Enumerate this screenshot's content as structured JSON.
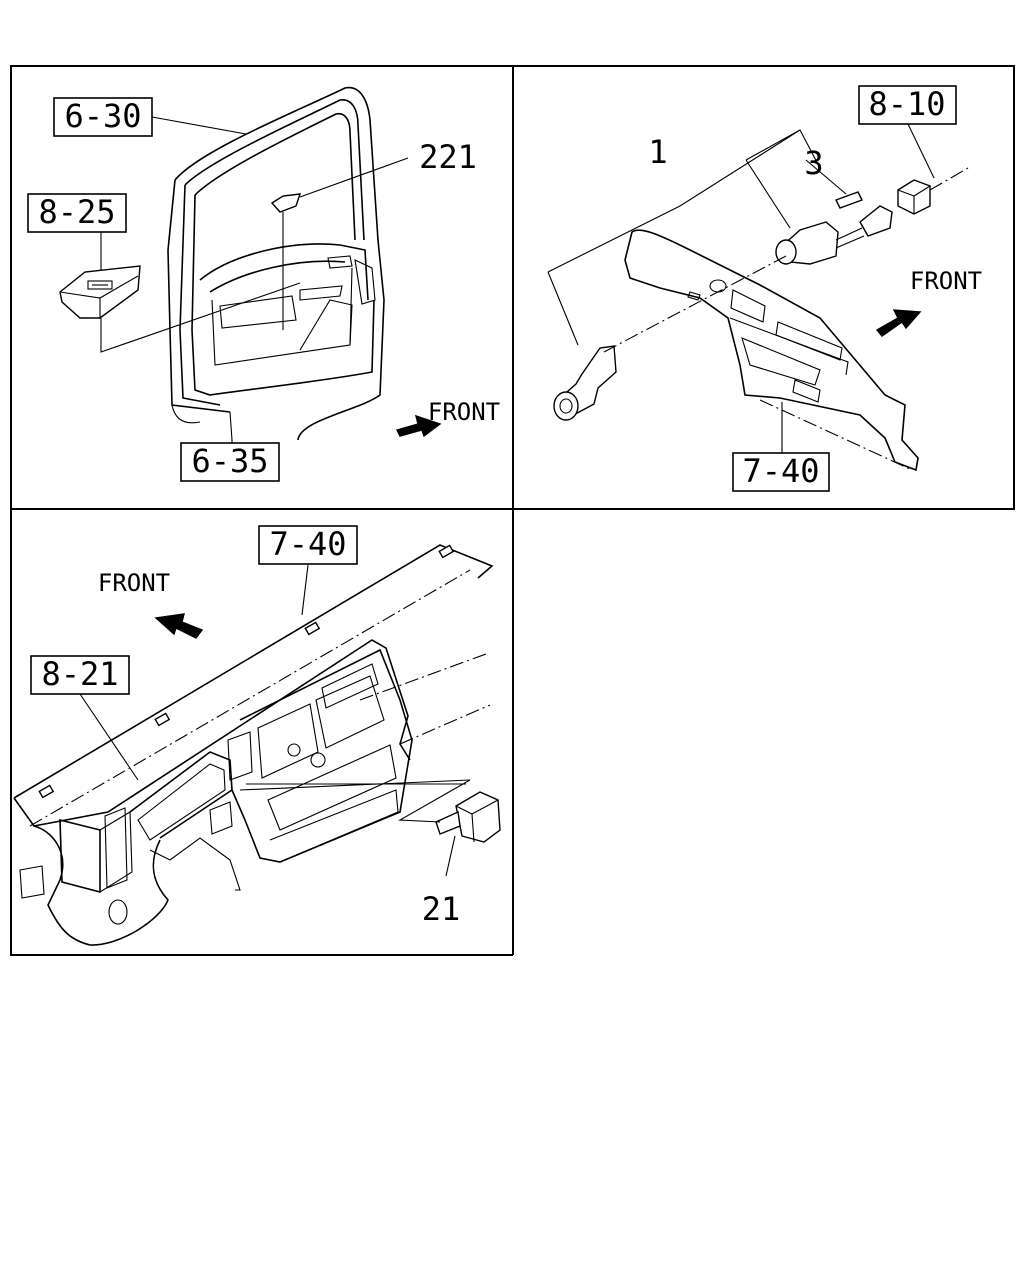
{
  "panels": {
    "top_left": {
      "ref_door_frame": "6-30",
      "ref_switch": "8-25",
      "part_221": "221",
      "ref_door_lower": "6-35",
      "front": "FRONT"
    },
    "top_right": {
      "part_1": "1",
      "part_3": "3",
      "ref_connector": "8-10",
      "front": "FRONT",
      "ref_panel": "7-40"
    },
    "bottom_left": {
      "ref_dash": "7-40",
      "front": "FRONT",
      "ref_cluster": "8-21",
      "part_21": "21"
    }
  }
}
